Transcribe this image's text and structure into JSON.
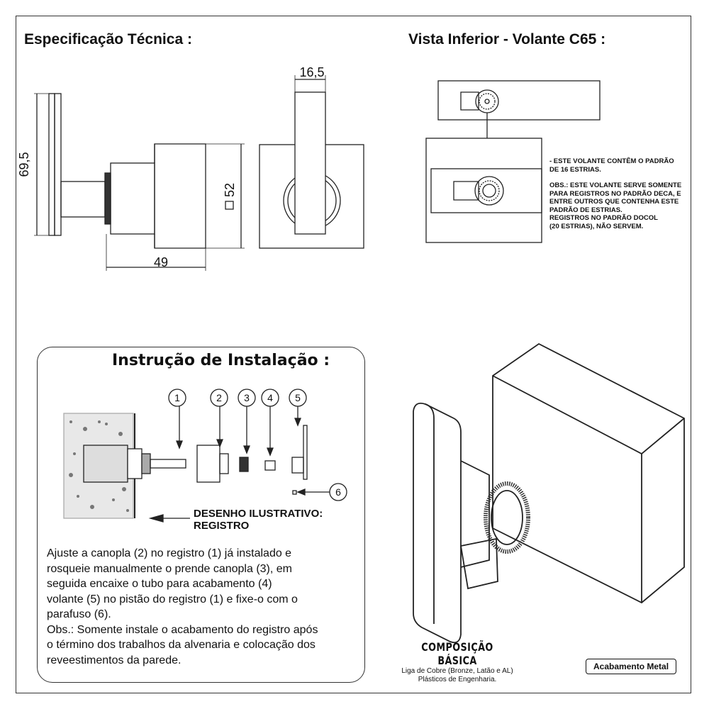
{
  "spec": {
    "title": "Especificação Técnica :",
    "dim_width_top": "16,5",
    "dim_height": "69,5",
    "dim_square": "52",
    "dim_depth": "49"
  },
  "bottom_view": {
    "title": "Vista Inferior - Volante C65 :",
    "notes": [
      "- ESTE VOLANTE CONTÊM O PADRÃO",
      "DE 16 ESTRIAS.",
      "",
      "OBS.: ESTE VOLANTE SERVE SOMENTE",
      "PARA REGISTROS NO PADRÃO DECA, E",
      "ENTRE OUTROS QUE CONTENHA ESTE",
      "PADRÃO DE ESTRIAS.",
      "REGISTROS NO PADRÃO DOCOL",
      "(20 ESTRIAS), NÃO SERVEM."
    ]
  },
  "installation": {
    "title": "Instrução de Instalação :",
    "parts": [
      "1",
      "2",
      "3",
      "4",
      "5",
      "6"
    ],
    "illustration_label": [
      "DESENHO ILUSTRATIVO:",
      "REGISTRO"
    ],
    "paragraph": [
      "Ajuste a canopla (2) no registro (1) já instalado e",
      "rosqueie manualmente o prende canopla (3), em",
      "seguida encaixe o tubo para acabamento (4)",
      "volante (5) no pistão do registro (1) e fixe-o com o",
      "parafuso (6).",
      "Obs.: Somente instale o acabamento do registro após",
      "o término dos trabalhos da alvenaria e colocação dos",
      "reveestimentos da parede."
    ]
  },
  "composition": {
    "title": "COMPOSIÇÃO BÁSICA",
    "lines": [
      "Liga de Cobre (Bronze, Latão e AL)",
      "Plásticos de Engenharia."
    ]
  },
  "finish_label": "Acabamento Metal"
}
